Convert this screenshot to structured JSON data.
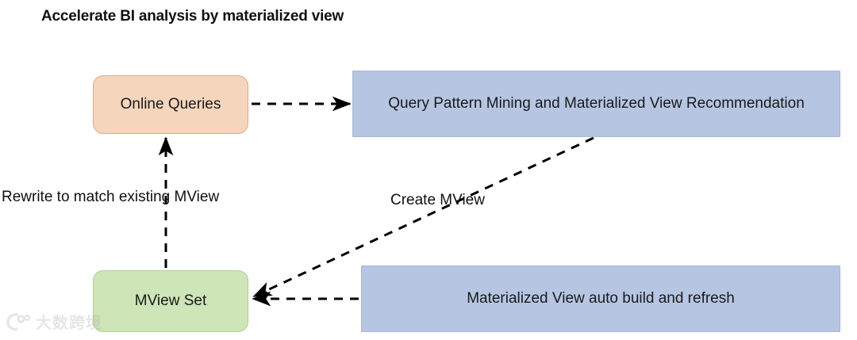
{
  "diagram": {
    "title": "Accelerate BI analysis by materialized view",
    "nodes": {
      "online_queries": {
        "label": "Online Queries",
        "color": "#f5d5bc"
      },
      "mview_set": {
        "label": "MView Set",
        "color": "#cee5b7"
      },
      "query_pattern": {
        "label": "Query Pattern Mining and Materialized View Recommendation",
        "color": "#b6c6e2"
      },
      "mv_auto_build": {
        "label": "Materialized View auto build and refresh",
        "color": "#b6c6e2"
      }
    },
    "edges": {
      "rewrite": {
        "label": "Rewrite to match existing MView"
      },
      "create": {
        "label": "Create MView"
      },
      "query_to_mining": {
        "label": ""
      },
      "build_to_mview": {
        "label": ""
      }
    }
  },
  "watermark": {
    "text": "大数跨境",
    "color": "#a9b3ad"
  }
}
